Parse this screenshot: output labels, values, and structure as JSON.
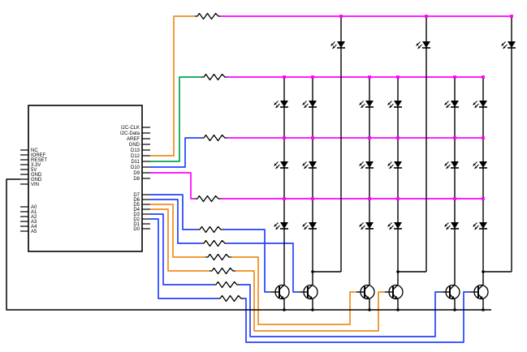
{
  "diagram": {
    "kind": "circuit-schematic",
    "board": {
      "left_pins_power": [
        "NC",
        "IOREF",
        "RESET",
        "3.3V",
        "5V",
        "GND",
        "GND",
        "VIN"
      ],
      "left_pins_analog": [
        "A0",
        "A1",
        "A2",
        "A3",
        "A4",
        "A5"
      ],
      "right_pins_upper": [
        "I2C-CLK",
        "I2C-Data",
        "AREF",
        "GND",
        "D13",
        "D12",
        "D11",
        "D10",
        "D9",
        "D8"
      ],
      "right_pins_lower": [
        "D7",
        "D6",
        "D5",
        "D4",
        "D3",
        "D2",
        "D1",
        "D0"
      ]
    },
    "colors": {
      "wire_orange": "#f08c1d",
      "wire_green": "#00a651",
      "wire_blue": "#2343ff",
      "wire_magenta": "#ff00ff",
      "wire_black": "#000000",
      "component_stroke": "#000000",
      "background": "#ffffff"
    },
    "wires": {
      "row_feeds": [
        "orange",
        "green",
        "blue",
        "magenta"
      ],
      "base_feeds": [
        "blue",
        "blue",
        "orange",
        "orange",
        "blue",
        "blue"
      ],
      "row_lines": "magenta",
      "ground": "black"
    },
    "components": {
      "resistors": 10,
      "leds": 21,
      "transistors": 6,
      "row_lines": 4,
      "led_columns": 6
    }
  }
}
